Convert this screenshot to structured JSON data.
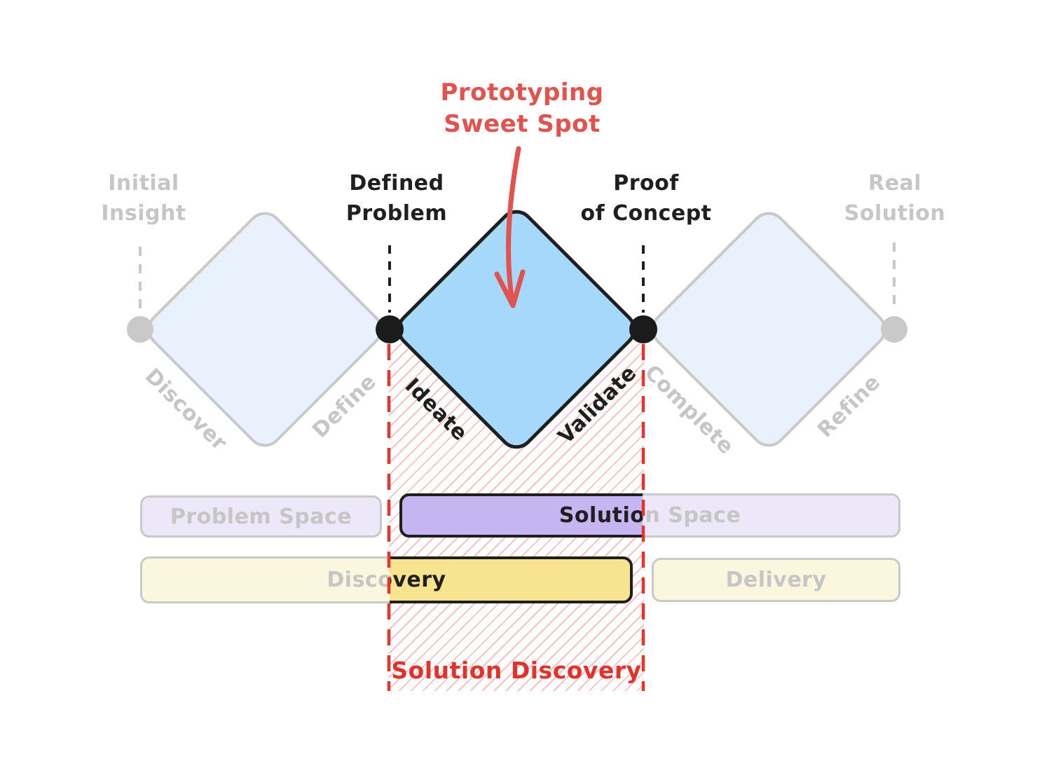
{
  "labels": {
    "initial_insight": {
      "line1": "Initial",
      "line2": "Insight"
    },
    "defined_problem": {
      "line1": "Defined",
      "line2": "Problem"
    },
    "proof_of_concept": {
      "line1": "Proof",
      "line2": "of Concept"
    },
    "real_solution": {
      "line1": "Real",
      "line2": "Solution"
    },
    "prototyping_sweet_spot": {
      "line1": "Prototyping",
      "line2": "Sweet Spot"
    },
    "solution_discovery": "Solution Discovery"
  },
  "phases": {
    "discover": "Discover",
    "define": "Define",
    "ideate": "Ideate",
    "validate": "Validate",
    "complete": "Complete",
    "refine": "Refine"
  },
  "bars": {
    "problem_space": "Problem Space",
    "solution_space": "Solution Space",
    "discovery": "Discovery",
    "delivery": "Delivery"
  },
  "colors": {
    "highlight_blue": "#a5d8fa",
    "faded_blue": "#e9f2fc",
    "highlight_purple": "#c7b5f2",
    "faded_purple": "#ece8f9",
    "highlight_yellow": "#f8e48e",
    "faded_yellow": "#fbf6de",
    "accent_red": "#e0362e",
    "soft_red": "#e0534e",
    "ink_black": "#1f1f1f",
    "faded_gray": "#c9c9c9"
  }
}
